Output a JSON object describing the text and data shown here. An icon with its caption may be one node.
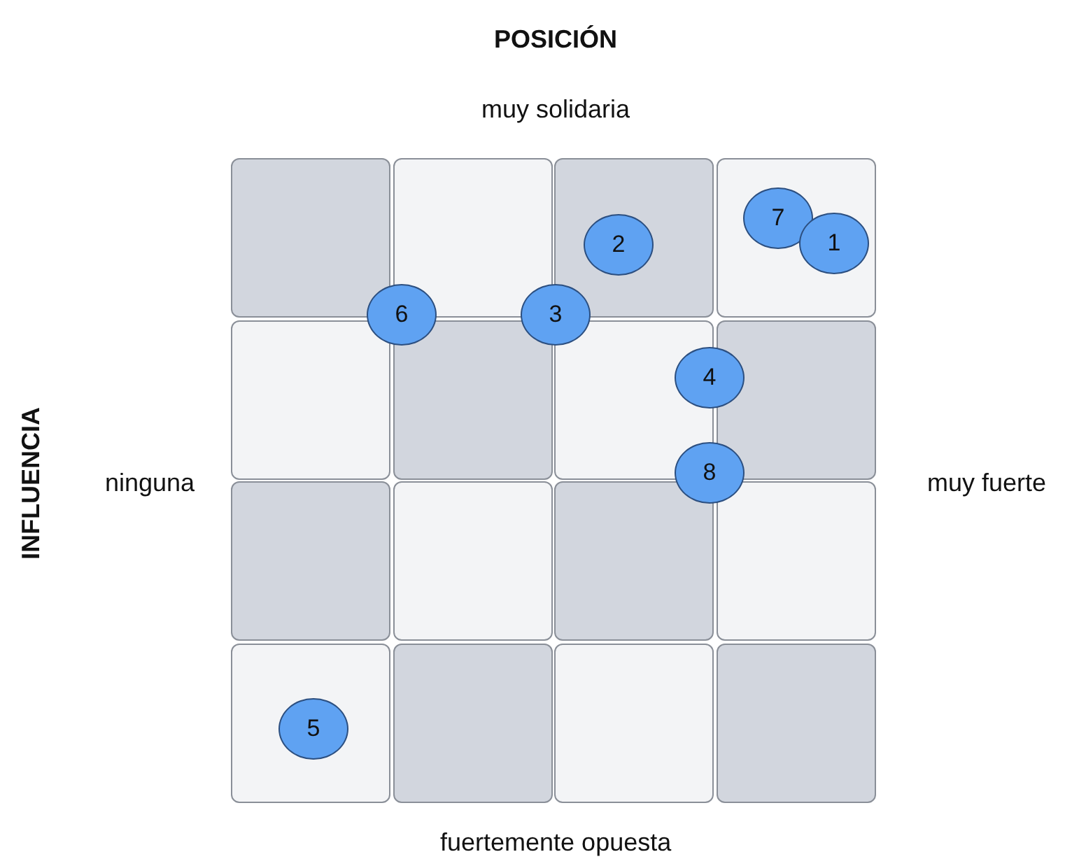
{
  "diagram": {
    "nodes": [
      {
        "text": [
          "7"
        ]
      },
      {
        "text": [
          "1"
        ]
      },
      {
        "text": [
          "2"
        ]
      },
      {
        "text": [
          "6"
        ]
      },
      {
        "text": [
          "3"
        ]
      },
      {
        "text": [
          "4"
        ]
      },
      {
        "text": [
          "8"
        ]
      },
      {
        "text": [
          "5"
        ]
      }
    ],
    "labels": [
      "POSICIÓN",
      "muy solidaria",
      "INFLUENCIA",
      "ninguna",
      "muy fuerte",
      "fuertemente opuesta"
    ]
  }
}
